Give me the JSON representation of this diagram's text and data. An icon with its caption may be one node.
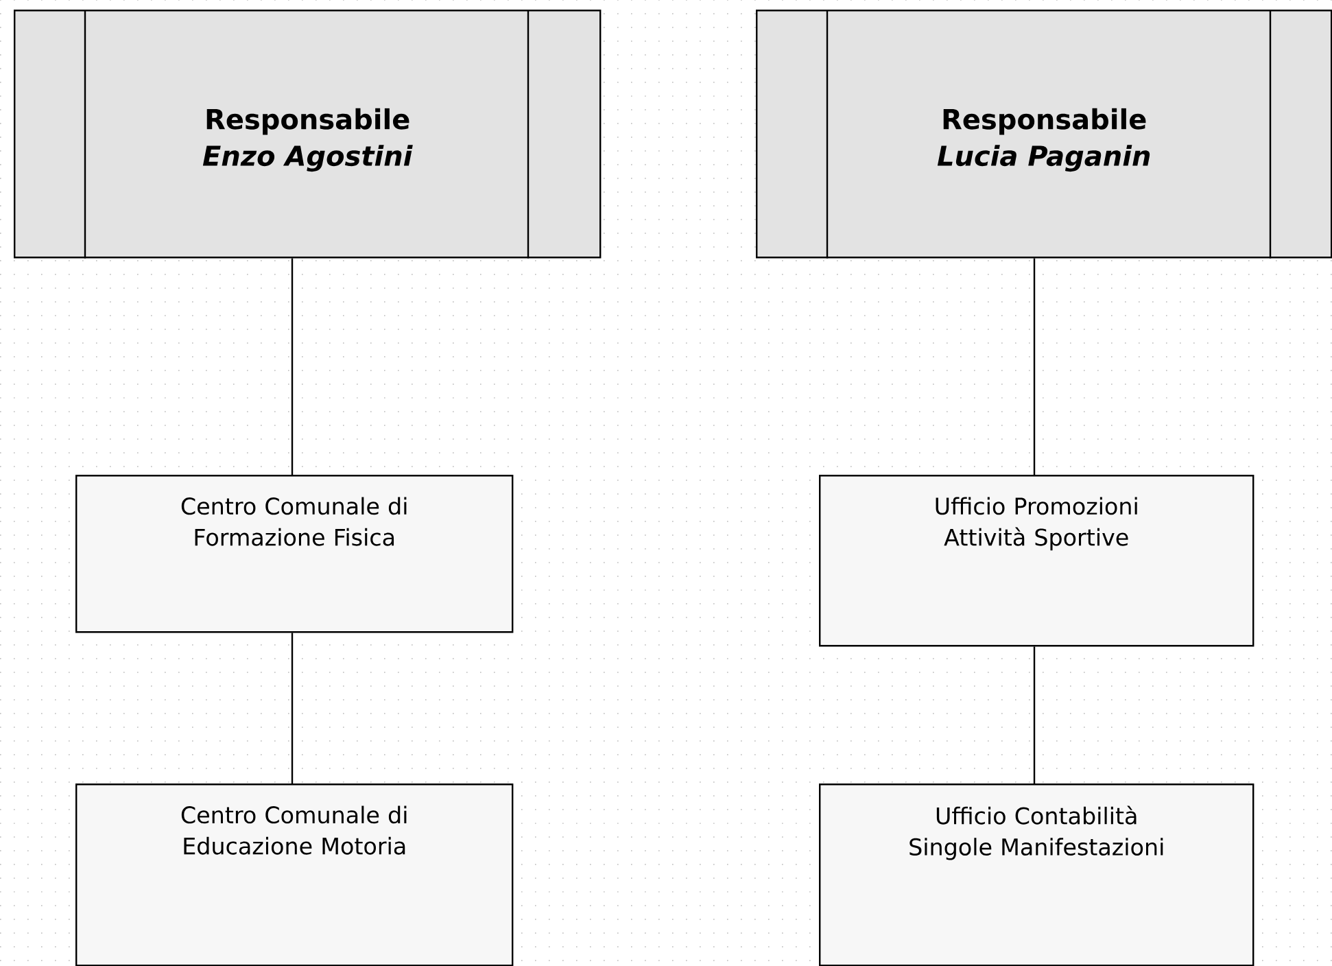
{
  "diagram": {
    "nodes": [
      {
        "text": [
          "Responsabile",
          "Enzo Agostini"
        ]
      },
      {
        "text": [
          "Responsabile",
          "Lucia Paganin"
        ]
      },
      {
        "text": [
          "Centro Comunale di Formazione Fisica"
        ]
      },
      {
        "text": [
          "Ufficio Promozioni Attività Sportive"
        ]
      },
      {
        "text": [
          "Centro Comunale di Educazione Motoria"
        ]
      },
      {
        "text": [
          "Ufficio Contabilità Singole Manifestazioni"
        ]
      }
    ],
    "edges": [
      {
        "from": 0,
        "to": 2,
        "arrow": "none"
      },
      {
        "from": 2,
        "to": 4,
        "arrow": "none"
      },
      {
        "from": 1,
        "to": 3,
        "arrow": "none"
      },
      {
        "from": 3,
        "to": 5,
        "arrow": "none"
      }
    ]
  }
}
